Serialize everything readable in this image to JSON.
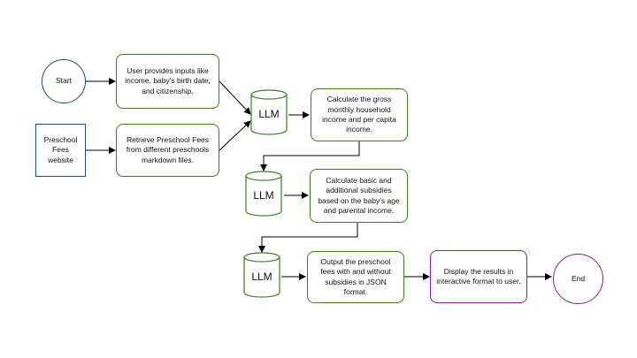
{
  "nodes": {
    "start": "Start",
    "preschool_site": "Preschool\nFees\nwebsite",
    "user_inputs": "User provides inputs like income, baby's birth date, and citizenship.",
    "retrieve_fees": "Retrieve Preschool Fees from different preschools markdown files.",
    "calc_income": "Calculate the gross monthly household income and per capita income.",
    "calc_subsidies": "Calculate basic and additional subsidies based on the baby's age and parental income.",
    "output_fees": "Output the preschool fees with and without subsidies in JSON format.",
    "display_results": "Display the results in interactive format to user.",
    "end": "End"
  },
  "llm": {
    "one": "LLM",
    "two": "LLM",
    "three": "LLM"
  },
  "colors": {
    "green": "#3c7d22",
    "magenta": "#8e1f8e",
    "blue": "#1f4e79",
    "line": "#000000"
  }
}
